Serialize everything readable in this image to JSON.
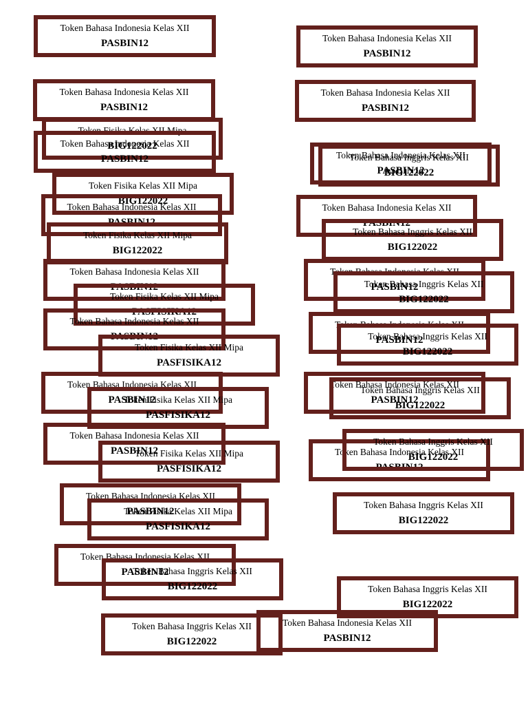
{
  "border_color": "#63201c",
  "tokens": [
    {
      "title": "Token Bahasa Indonesia Kelas XII",
      "code": "PASBIN12"
    },
    {
      "title": "Token Bahasa Indonesia Kelas XII",
      "code": "PASBIN12"
    },
    {
      "title": "Token Bahasa Indonesia Kelas XII",
      "code": "PASBIN12"
    },
    {
      "title": "Token Bahasa Indonesia Kelas XII",
      "code": "PASBIN12"
    },
    {
      "title": "Token Fisika Kelas XII Mipa",
      "code": "BIG122022"
    },
    {
      "title": "Token Bahasa Indonesia Kelas XII",
      "code": "PASBIN12"
    },
    {
      "title": "Token Bahasa Indonesia Kelas XII",
      "code": "PASBIN12"
    },
    {
      "title": "Token Bahasa Inggris Kelas XII",
      "code": "BIG122022"
    },
    {
      "title": "Token Fisika Kelas XII Mipa",
      "code": "BIG122022"
    },
    {
      "title": "Token Bahasa Indonesia Kelas XII",
      "code": "PASBIN12"
    },
    {
      "title": "Token Bahasa Indonesia Kelas XII",
      "code": "PASBIN12"
    },
    {
      "title": "Token Fisika Kelas XII Mipa",
      "code": "BIG122022"
    },
    {
      "title": "Token Bahasa Inggris Kelas XII",
      "code": "BIG122022"
    },
    {
      "title": "Token Bahasa Indonesia Kelas XII",
      "code": "PASBIN12"
    },
    {
      "title": "Token Bahasa Indonesia Kelas XII",
      "code": "PASBIN12"
    },
    {
      "title": "Token Fisika Kelas XII Mipa",
      "code": "PASFISIKA12"
    },
    {
      "title": "Token Bahasa Inggris Kelas XII",
      "code": "BIG122022"
    },
    {
      "title": "Token Bahasa Indonesia Kelas XII",
      "code": "PASBIN12"
    },
    {
      "title": "Token Bahasa Indonesia Kelas XII",
      "code": "PASBIN12"
    },
    {
      "title": "Token Fisika Kelas XII Mipa",
      "code": "PASFISIKA12"
    },
    {
      "title": "Token Bahasa Inggris Kelas XII",
      "code": "BIG122022"
    },
    {
      "title": "Token Bahasa Indonesia Kelas XII",
      "code": "PASBIN12"
    },
    {
      "title": "Token Bahasa Indonesia Kelas XII",
      "code": "PASBIN12"
    },
    {
      "title": "Token Fisika Kelas XII Mipa",
      "code": "PASFISIKA12"
    },
    {
      "title": "Token Bahasa Inggris Kelas XII",
      "code": "BIG122022"
    },
    {
      "title": "Token Bahasa Indonesia Kelas XII",
      "code": "PASBIN12"
    },
    {
      "title": "Token Bahasa Indonesia Kelas XII",
      "code": "PASBIN12"
    },
    {
      "title": "Token Fisika Kelas XII Mipa",
      "code": "PASFISIKA12"
    },
    {
      "title": "Token Bahasa Inggris Kelas XII",
      "code": "BIG122022"
    },
    {
      "title": "Token Bahasa Indonesia Kelas XII",
      "code": "PASBIN12"
    },
    {
      "title": "Token Fisika Kelas XII Mipa",
      "code": "PASFISIKA12"
    },
    {
      "title": "Token Bahasa Inggris Kelas XII",
      "code": "BIG122022"
    },
    {
      "title": "Token Bahasa Indonesia Kelas XII",
      "code": "PASBIN12"
    },
    {
      "title": "Token Bahasa Inggris Kelas XII",
      "code": "BIG122022"
    },
    {
      "title": "Token Bahasa Inggris Kelas XII",
      "code": "BIG122022"
    },
    {
      "title": "Token Bahasa Inggris Kelas XII",
      "code": "BIG122022"
    },
    {
      "title": "Token Bahasa Indonesia Kelas XII",
      "code": "PASBIN12"
    }
  ]
}
